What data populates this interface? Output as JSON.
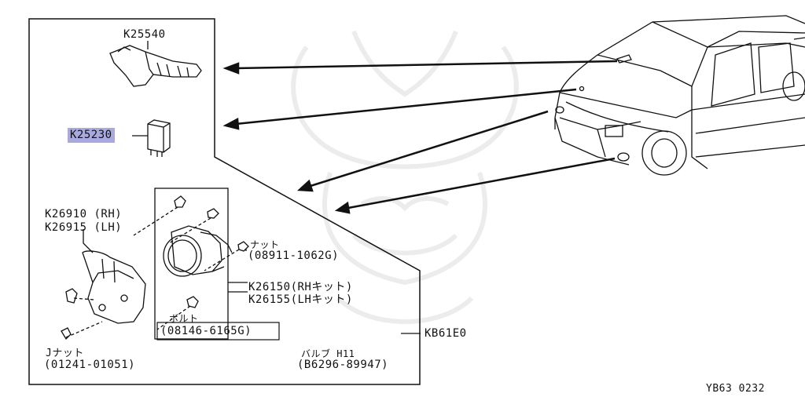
{
  "parts": {
    "combination_switch": "K25540",
    "relay": "K25230",
    "bracket_rh": "K26910 (RH)",
    "bracket_lh": "K26915 (LH)",
    "nut_name": "ナット",
    "nut_number": "(08911-1062G)",
    "lamp_rh": "K26150(RHキット)",
    "lamp_lh": "K26155(LHキット)",
    "bolt_name": "ボルト",
    "bolt_number": "(08146-6165G)",
    "jnut_name": "Jナット",
    "jnut_number": "(01241-01051)",
    "bulb_name": "バルブ H11",
    "bulb_number": "(B6296-89947)",
    "assembly": "KB61E0"
  },
  "figure_code": "YB63 0232",
  "highlight_color": "#a9a9e0"
}
